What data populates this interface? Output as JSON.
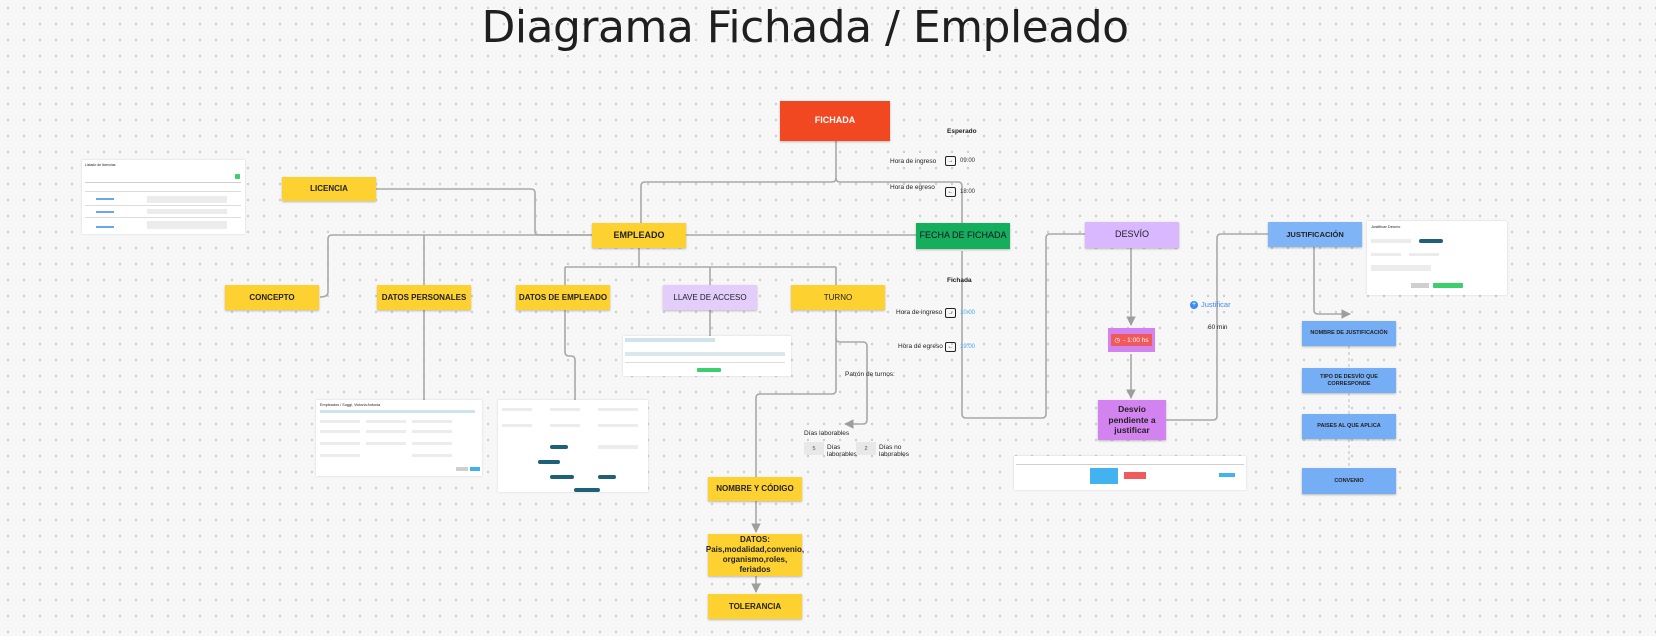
{
  "title": "Diagrama Fichada / Empleado",
  "nodes": {
    "fichada": "FICHADA",
    "licencia": "LICENCIA",
    "empleado": "EMPLEADO",
    "fecha_fichada": "FECHA DE FICHADA",
    "desvio": "DESVÍO",
    "justificacion": "JUSTIFICACIÓN",
    "concepto": "CONCEPTO",
    "datos_personales": "DATOS PERSONALES",
    "datos_empleado": "DATOS DE EMPLEADO",
    "llave_acceso": "LLAVE DE ACCESO",
    "turno": "TURNO",
    "nombre_codigo": "NOMBRE Y CÓDIGO",
    "datos_turno_1": "DATOS:",
    "datos_turno_2": "Pais,modalidad,convenio,",
    "datos_turno_3": "organismo,roles, feriados",
    "tolerancia": "TOLERANCIA",
    "desvio_pendiente_1": "Desvio pendiente a",
    "desvio_pendiente_2": "justificar",
    "nombre_justificacion": "NOMBRE DE JUSTIFICACIÓN",
    "tipo_desvio_1": "TIPO DE DESVÍO QUE",
    "tipo_desvio_2": "CORRESPONDE",
    "paises": "PAISES AL QUE APLICA",
    "convenio": "CONVENIO"
  },
  "esperado": {
    "heading": "Esperado",
    "ingreso_label": "Hora de ingreso",
    "ingreso_value": "09:00",
    "egreso_label": "Hora de egreso",
    "egreso_value": "18:00"
  },
  "fichada_panel": {
    "heading": "Fichada",
    "ingreso_label": "Hora de ingreso",
    "ingreso_value": "10:00",
    "egreso_label": "Hora de egreso",
    "egreso_value": "19:00"
  },
  "desvio_badge": "- 1:00 hs",
  "justificar": {
    "label": "Justificar",
    "minutes": "60 min"
  },
  "patron": "Patrón de turnos:",
  "dias": {
    "heading": "Días laborables",
    "laborables_count": "5",
    "laborables_label_1": "Días",
    "laborables_label_2": "laborables",
    "no_laborables_count": "2",
    "no_laborables_label_1": "Días no",
    "no_laborables_label_2": "laborables"
  },
  "mini_screens": {
    "licencias_title": "Listado de licencias",
    "empleado_title": "Empleados / Suggi, Victoria Antonia",
    "justificar_desvio_title": "Justificar Desvío",
    "justificar_button": "Justificar Desvío"
  }
}
